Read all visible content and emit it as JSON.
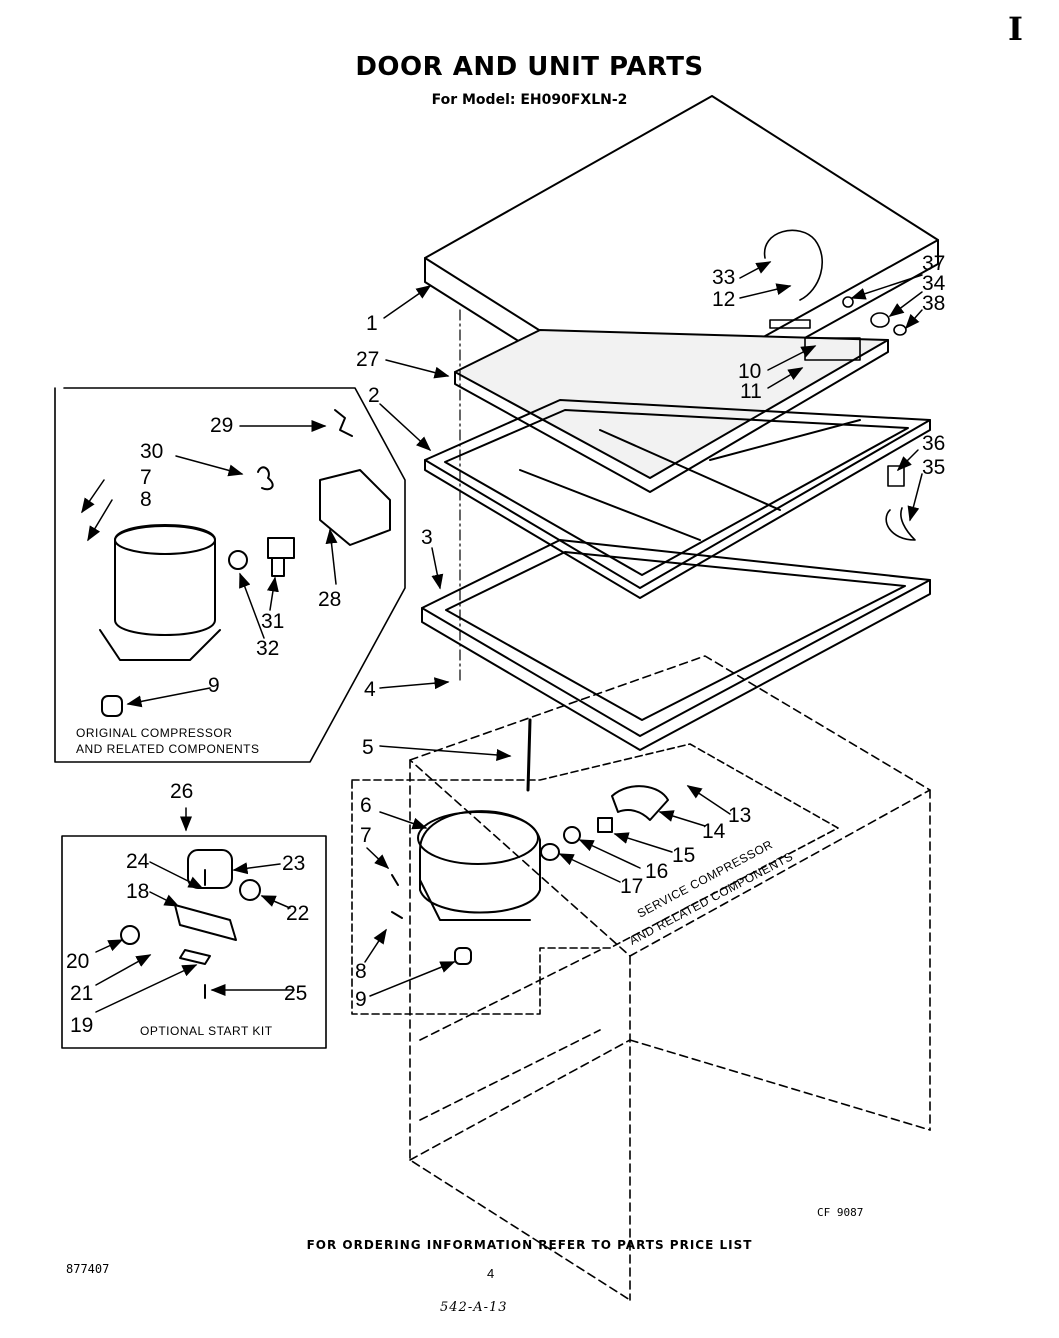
{
  "header": {
    "title": "DOOR AND UNIT PARTS",
    "subtitle": "For Model: EH090FXLN-2",
    "corner_mark": "I"
  },
  "groups": {
    "original": "ORIGINAL COMPRESSOR",
    "original2": "AND RELATED COMPONENTS",
    "service": "SERVICE COMPRESSOR",
    "service2": "AND RELATED COMPONENTS",
    "kit": "OPTIONAL START KIT"
  },
  "callouts": {
    "c1": "1",
    "c2": "2",
    "c3": "3",
    "c4": "4",
    "c5": "5",
    "c6": "6",
    "c7a": "7",
    "c7b": "7",
    "c8a": "8",
    "c8b": "8",
    "c9a": "9",
    "c9b": "9",
    "c10": "10",
    "c11": "11",
    "c12": "12",
    "c13": "13",
    "c14": "14",
    "c15": "15",
    "c16": "16",
    "c17": "17",
    "c18": "18",
    "c19": "19",
    "c20": "20",
    "c21": "21",
    "c22": "22",
    "c23": "23",
    "c24": "24",
    "c25": "25",
    "c26": "26",
    "c27": "27",
    "c28": "28",
    "c29": "29",
    "c30": "30",
    "c31": "31",
    "c32": "32",
    "c33": "33",
    "c34": "34",
    "c35": "35",
    "c36": "36",
    "c37": "37",
    "c38": "38"
  },
  "footer": {
    "ordering": "FOR ORDERING INFORMATION REFER TO PARTS PRICE LIST",
    "doc_number": "877407",
    "page_number": "4",
    "figure_code": "CF 9087",
    "handwritten": "542-A-13"
  }
}
